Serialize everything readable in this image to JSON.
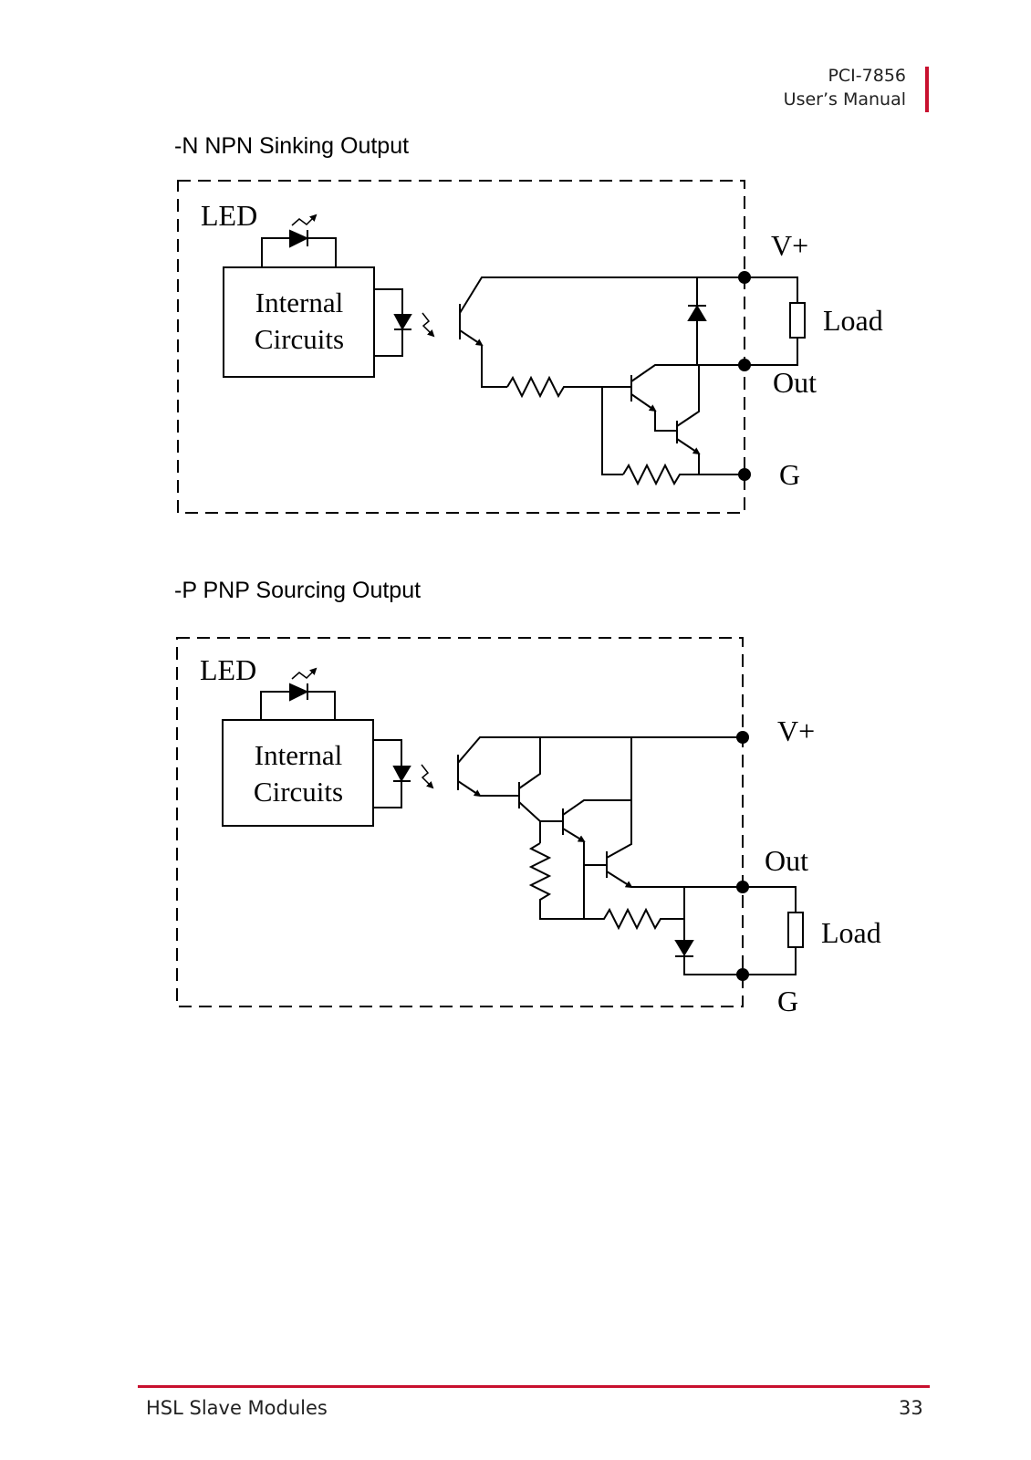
{
  "header": {
    "product": "PCI-7856",
    "manual": "User’s Manual",
    "accent_color": "#c8102e"
  },
  "sections": {
    "npn": {
      "title": "-N NPN Sinking Output",
      "labels": {
        "led": "LED",
        "internal_line1": "Internal",
        "internal_line2": "Circuits",
        "vplus": "V+",
        "load": "Load",
        "out": "Out",
        "g": "G"
      }
    },
    "pnp": {
      "title": "-P PNP Sourcing Output",
      "labels": {
        "led": "LED",
        "internal_line1": "Internal",
        "internal_line2": "Circuits",
        "vplus": "V+",
        "out": "Out",
        "load": "Load",
        "g": "G"
      }
    }
  },
  "footer": {
    "left": "HSL Slave Modules",
    "page_number": "33"
  }
}
